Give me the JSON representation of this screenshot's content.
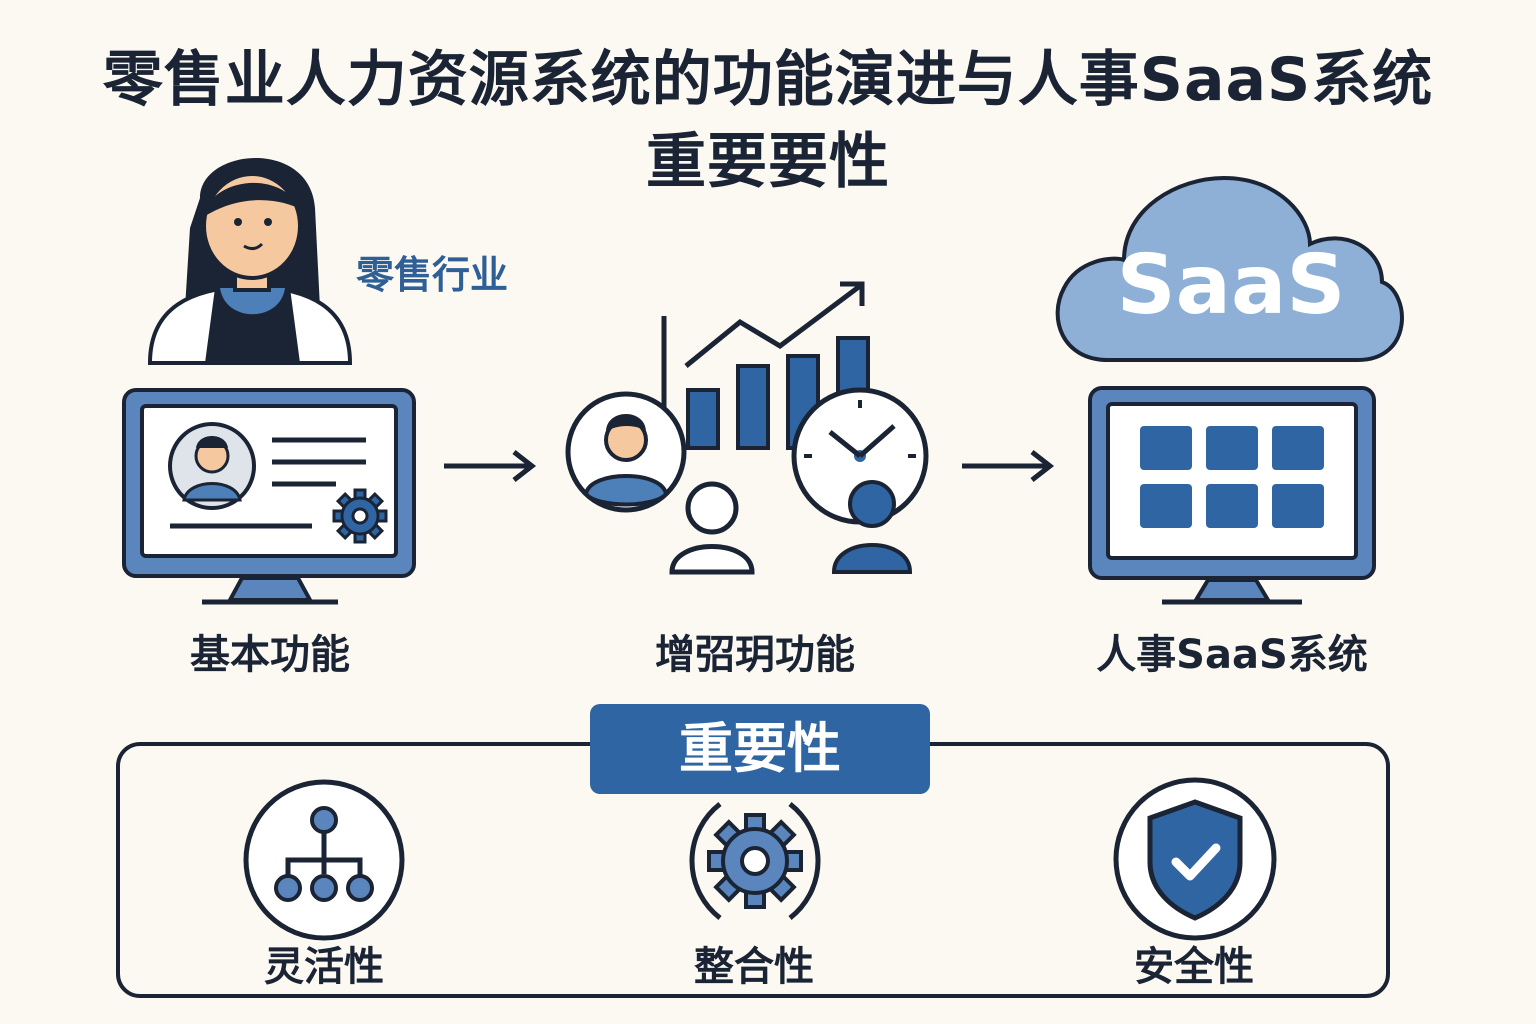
{
  "title": {
    "line1": "零售业人力资源系统的功能演进与人事SaaS系统",
    "line2": "重要要性"
  },
  "industry_label": "零售行业",
  "cloud_label": "SaaS",
  "stages": [
    {
      "label": "基本功能"
    },
    {
      "label": "增弨玥功能"
    },
    {
      "label": "人事SaaS系统"
    }
  ],
  "importance": {
    "badge": "重要性",
    "items": [
      {
        "label": "灵活性",
        "icon": "hierarchy-icon"
      },
      {
        "label": "整合性",
        "icon": "gear-icon"
      },
      {
        "label": "安全性",
        "icon": "shield-check-icon"
      }
    ]
  },
  "colors": {
    "accent": "#2e65a2",
    "light_accent": "#5a86bd",
    "cloud": "#8fb0d6",
    "ink": "#1b2434",
    "background": "#fbf9f2"
  }
}
